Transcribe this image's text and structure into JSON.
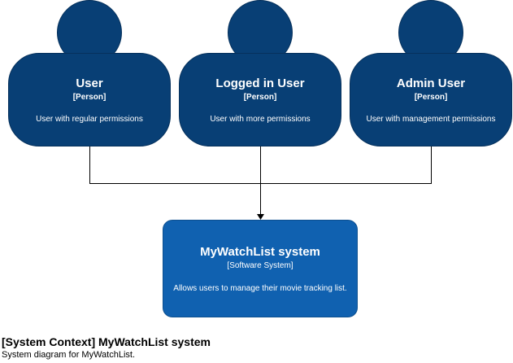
{
  "persons": [
    {
      "name": "User",
      "type": "[Person]",
      "description": "User with regular permissions"
    },
    {
      "name": "Logged in User",
      "type": "[Person]",
      "description": "User with more permissions"
    },
    {
      "name": "Admin User",
      "type": "[Person]",
      "description": "User with management permissions"
    }
  ],
  "system": {
    "name": "MyWatchList system",
    "type": "[Software System]",
    "description": "Allows users to manage their movie tracking list."
  },
  "footer": {
    "title": "[System Context] MyWatchList system",
    "subtitle": "System diagram for MyWatchList."
  },
  "colors": {
    "person_fill": "#083f75",
    "system_fill": "#1061b0",
    "connector": "#000000"
  }
}
